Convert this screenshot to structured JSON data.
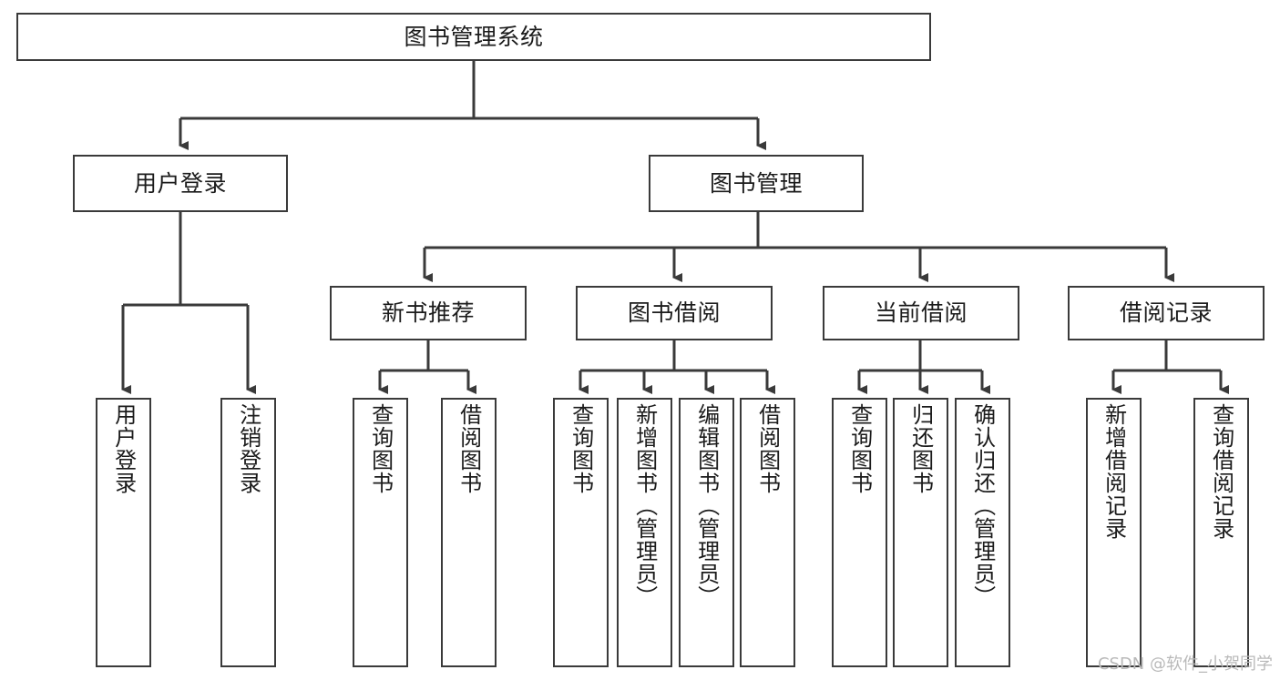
{
  "diagram": {
    "title": "图书管理系统",
    "type": "tree",
    "root": {
      "id": "root",
      "label": "图书管理系统",
      "orientation": "horizontal"
    },
    "level2": [
      {
        "id": "user-login",
        "label": "用户登录",
        "orientation": "horizontal"
      },
      {
        "id": "book-manage",
        "label": "图书管理",
        "orientation": "horizontal"
      }
    ],
    "level3": [
      {
        "id": "new-book-recommend",
        "label": "新书推荐",
        "orientation": "horizontal",
        "parent": "book-manage"
      },
      {
        "id": "book-borrow",
        "label": "图书借阅",
        "orientation": "horizontal",
        "parent": "book-manage"
      },
      {
        "id": "current-borrow",
        "label": "当前借阅",
        "orientation": "horizontal",
        "parent": "book-manage"
      },
      {
        "id": "borrow-record",
        "label": "借阅记录",
        "orientation": "horizontal",
        "parent": "book-manage"
      }
    ],
    "leaves": [
      {
        "id": "leaf-user-login",
        "label": "用户登录",
        "parent": "user-login"
      },
      {
        "id": "leaf-user-logout",
        "label": "注销登录",
        "parent": "user-login"
      },
      {
        "id": "leaf-query-book-1",
        "label": "查询图书",
        "parent": "new-book-recommend"
      },
      {
        "id": "leaf-borrow-book-1",
        "label": "借阅图书",
        "parent": "new-book-recommend"
      },
      {
        "id": "leaf-query-book-2",
        "label": "查询图书",
        "parent": "book-borrow"
      },
      {
        "id": "leaf-add-book",
        "label": "新增图书（管理员）",
        "parent": "book-borrow"
      },
      {
        "id": "leaf-edit-book",
        "label": "编辑图书（管理员）",
        "parent": "book-borrow"
      },
      {
        "id": "leaf-borrow-book-2",
        "label": "借阅图书",
        "parent": "book-borrow"
      },
      {
        "id": "leaf-query-book-3",
        "label": "查询图书",
        "parent": "current-borrow"
      },
      {
        "id": "leaf-return-book",
        "label": "归还图书",
        "parent": "current-borrow"
      },
      {
        "id": "leaf-confirm-return",
        "label": "确认归还（管理员）",
        "parent": "current-borrow"
      },
      {
        "id": "leaf-add-record",
        "label": "新增借阅记录",
        "parent": "borrow-record"
      },
      {
        "id": "leaf-query-record",
        "label": "查询借阅记录",
        "parent": "borrow-record"
      }
    ],
    "colors": {
      "stroke": "#3a3a3a",
      "fill": "#ffffff",
      "text": "#1b1b1b",
      "watermark": "#b9b9b9"
    }
  },
  "watermark": {
    "text": "CSDN @软件_小贺同学"
  }
}
